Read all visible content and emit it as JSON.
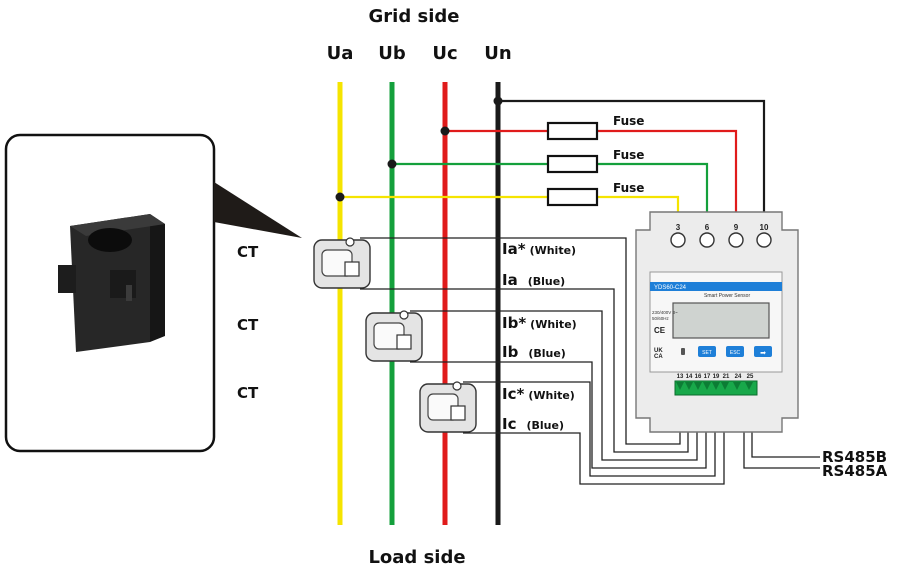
{
  "grid_side": "Grid side",
  "load_side": "Load side",
  "phases": [
    {
      "label": "Ua",
      "color": "#f5e400"
    },
    {
      "label": "Ub",
      "color": "#14a03c"
    },
    {
      "label": "Uc",
      "color": "#e01b1b"
    },
    {
      "label": "Un",
      "color": "#1a1a1a"
    }
  ],
  "fuse_label": "Fuse",
  "ct_label": "CT",
  "ct_wires": [
    {
      "main": "Ia*",
      "sub": "(White)"
    },
    {
      "main": "Ia",
      "sub": "(Blue)"
    },
    {
      "main": "Ib*",
      "sub": "(White)"
    },
    {
      "main": "Ib",
      "sub": "(Blue)"
    },
    {
      "main": "Ic*",
      "sub": "(White)"
    },
    {
      "main": "Ic",
      "sub": "(Blue)"
    }
  ],
  "meter": {
    "model": "YDS60-C24",
    "name": "Smart Power Sensor",
    "top_terminals": [
      "3",
      "6",
      "9",
      "10"
    ],
    "bottom_terminals": [
      "13",
      "14",
      "16",
      "17",
      "19",
      "21",
      "24",
      "25"
    ],
    "buttons": [
      "SET",
      "ESC",
      "➡"
    ],
    "spec_1": "230/400V 3~",
    "spec_2": "50/60Hz",
    "marks": [
      "CE",
      "UK",
      "CA"
    ]
  },
  "rs485": [
    "RS485B",
    "RS485A"
  ]
}
